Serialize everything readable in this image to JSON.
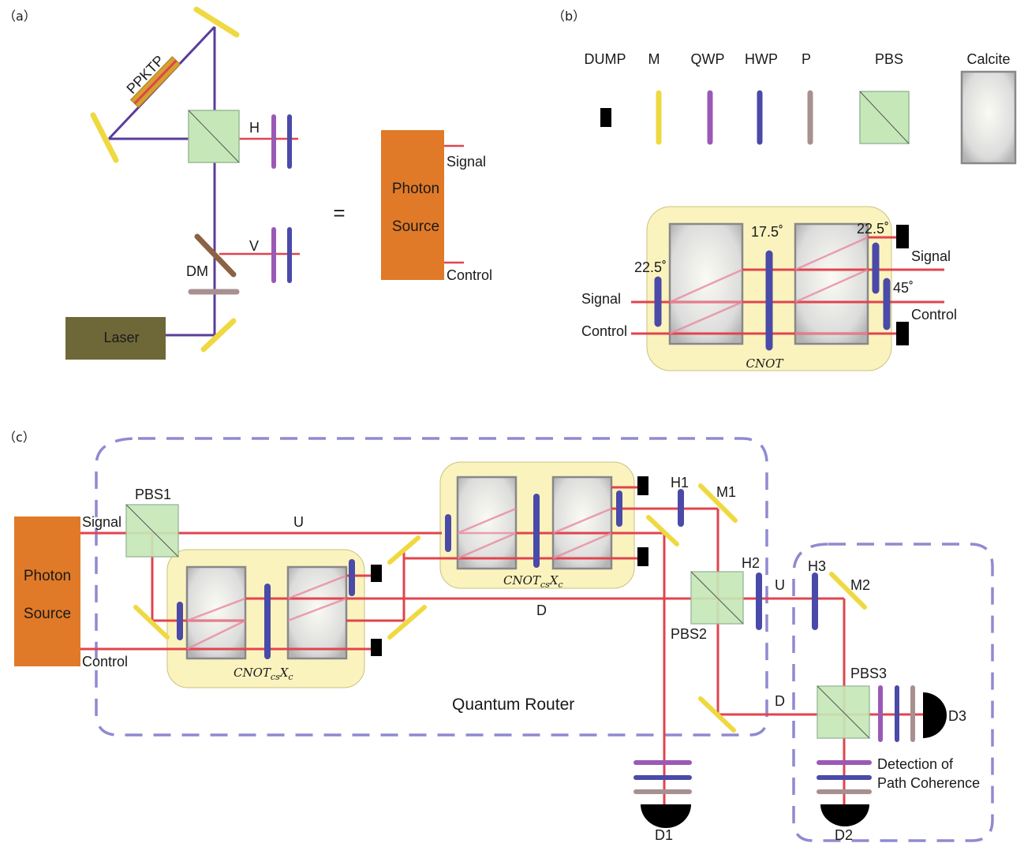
{
  "panel_labels": {
    "a": "（a）",
    "b": "（b）",
    "c": "（c）"
  },
  "panel_a": {
    "crystal": "PPKTP",
    "h": "H",
    "v": "V",
    "dm": "DM",
    "laser": "Laser",
    "equals": "=",
    "source_line1": "Photon",
    "source_line2": "Source",
    "signal": "Signal",
    "control": "Control"
  },
  "panel_b": {
    "legend": [
      "DUMP",
      "M",
      "QWP",
      "HWP",
      "P",
      "PBS",
      "Calcite"
    ],
    "angle_in": "22.5˚",
    "angle_mid": "17.5˚",
    "angle_top": "22.5˚",
    "angle_45": "45˚",
    "signal_in": "Signal",
    "control_in": "Control",
    "signal_out": "Signal",
    "control_out": "Control",
    "gate": "CNOT"
  },
  "panel_c": {
    "source_line1": "Photon",
    "source_line2": "Source",
    "signal": "Signal",
    "control": "Control",
    "pbs1": "PBS1",
    "pbs2": "PBS2",
    "pbs3": "PBS3",
    "u1": "U",
    "d1": "D",
    "u2": "U",
    "d2": "D",
    "h1": "H1",
    "h2": "H2",
    "h3": "H3",
    "m1": "M1",
    "m2": "M2",
    "gate_main": "CNOT",
    "gate_sub": "cs",
    "gate_x": "X",
    "gate_xsub": "c",
    "router": "Quantum Router",
    "detect1": "Detection of",
    "detect2": "Path Coherence",
    "det1": "D1",
    "det2": "D2",
    "det3": "D3"
  },
  "colors": {
    "pump": "#5a3d9a",
    "beam": "#e0444e",
    "mirror": "#f0d840",
    "qwp": "#9b59b6",
    "hwp": "#4a4aa8",
    "polarizer": "#a89090",
    "pbs": "#c6e8b8",
    "source": "#e07a28",
    "laser": "#6e6838",
    "module": "#fbf3be",
    "dashed": "#8f8ad0"
  }
}
